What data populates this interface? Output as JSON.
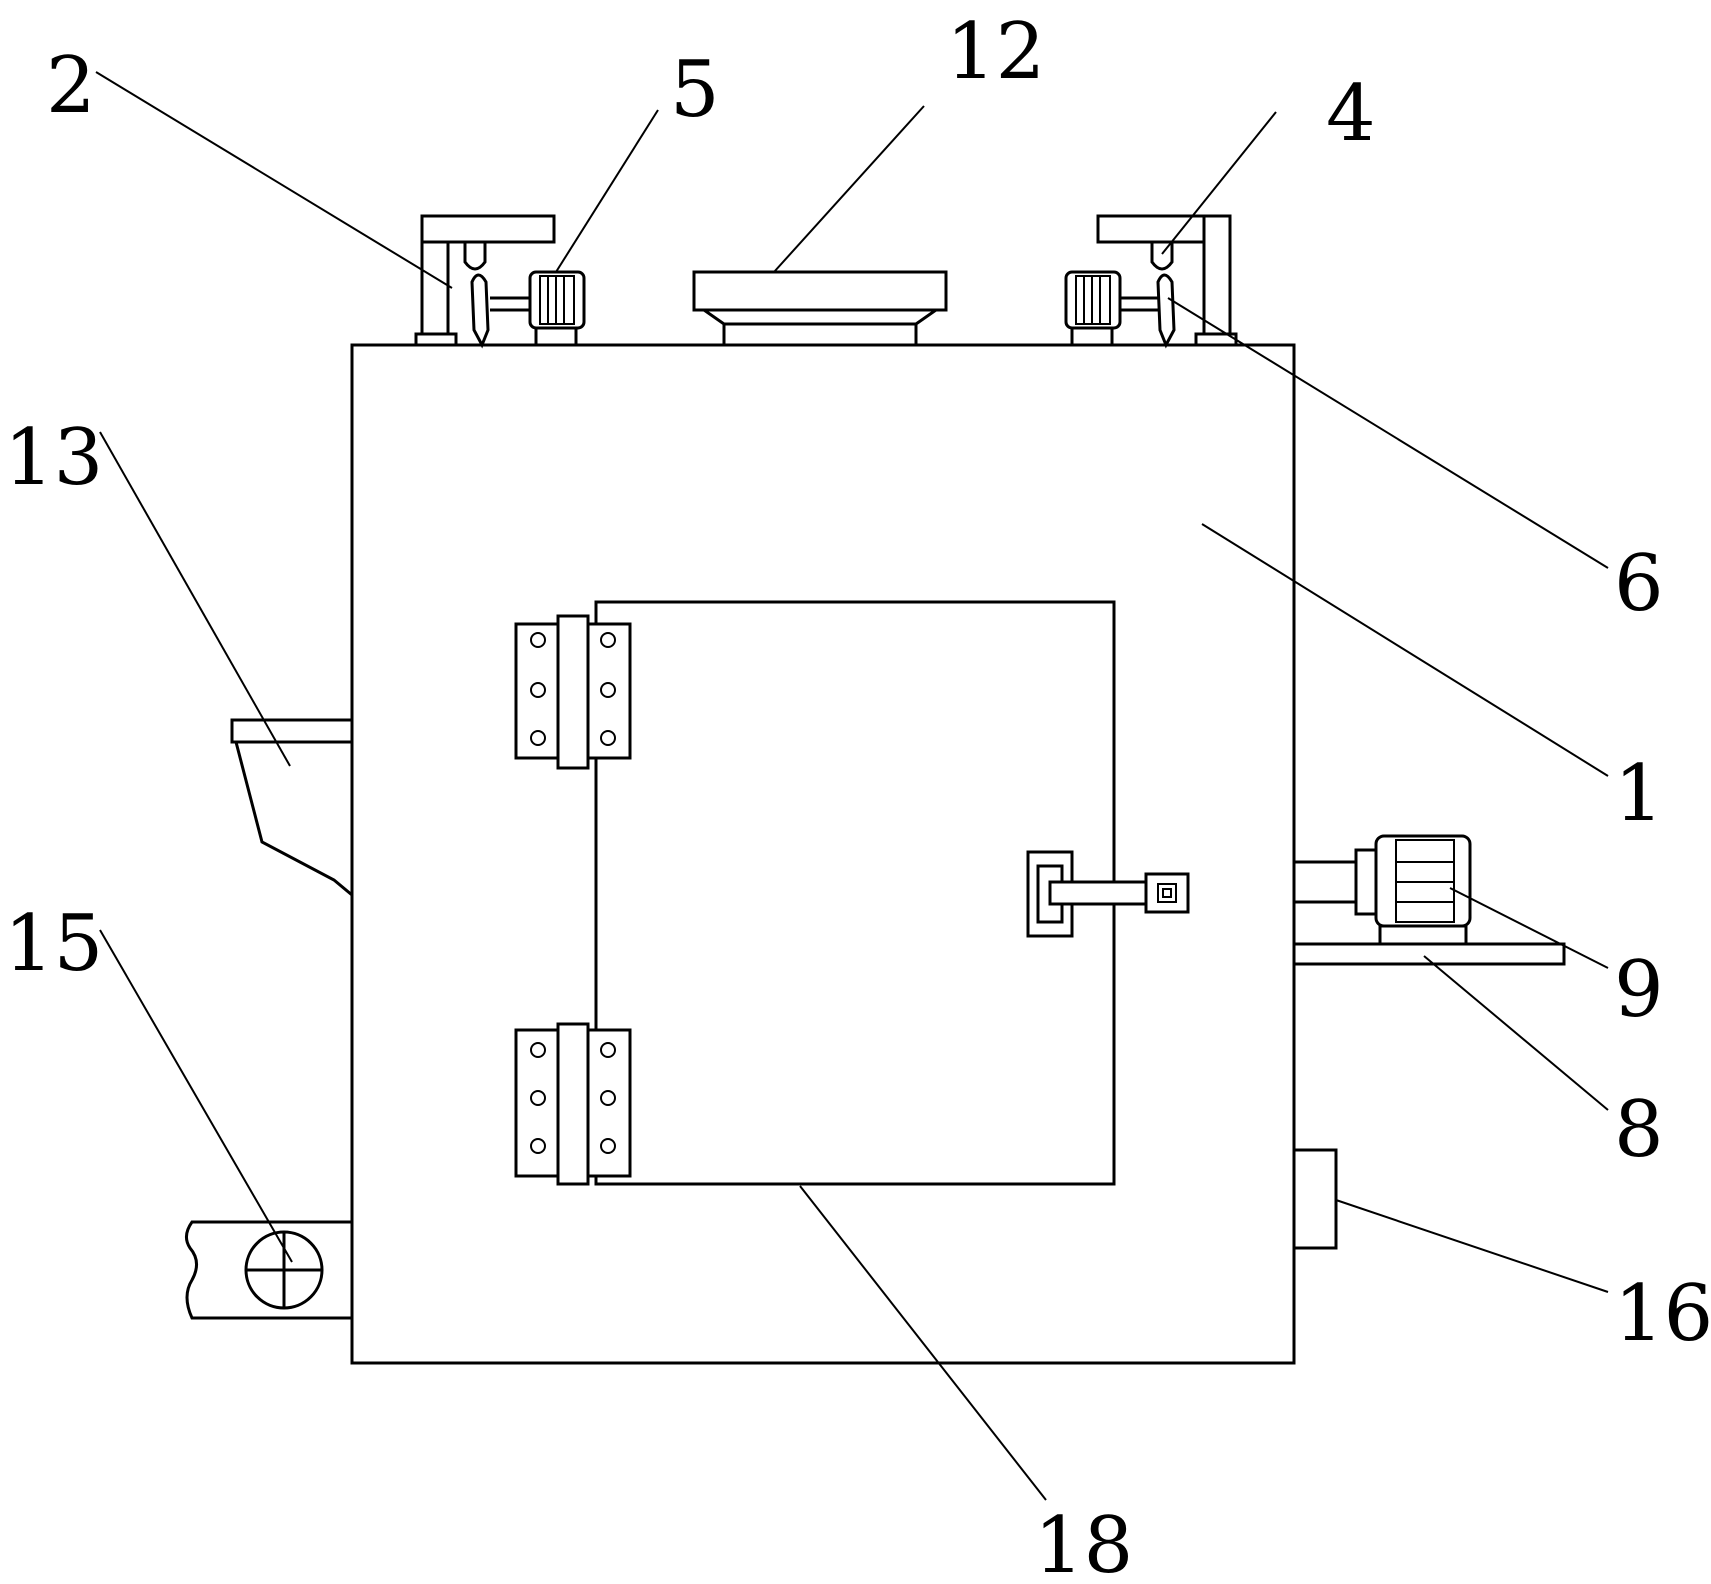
{
  "labels": {
    "l1": "1",
    "l2": "2",
    "l4": "4",
    "l5": "5",
    "l6": "6",
    "l8": "8",
    "l9": "9",
    "l12": "12",
    "l13": "13",
    "l15": "15",
    "l16": "16",
    "l18": "18"
  }
}
